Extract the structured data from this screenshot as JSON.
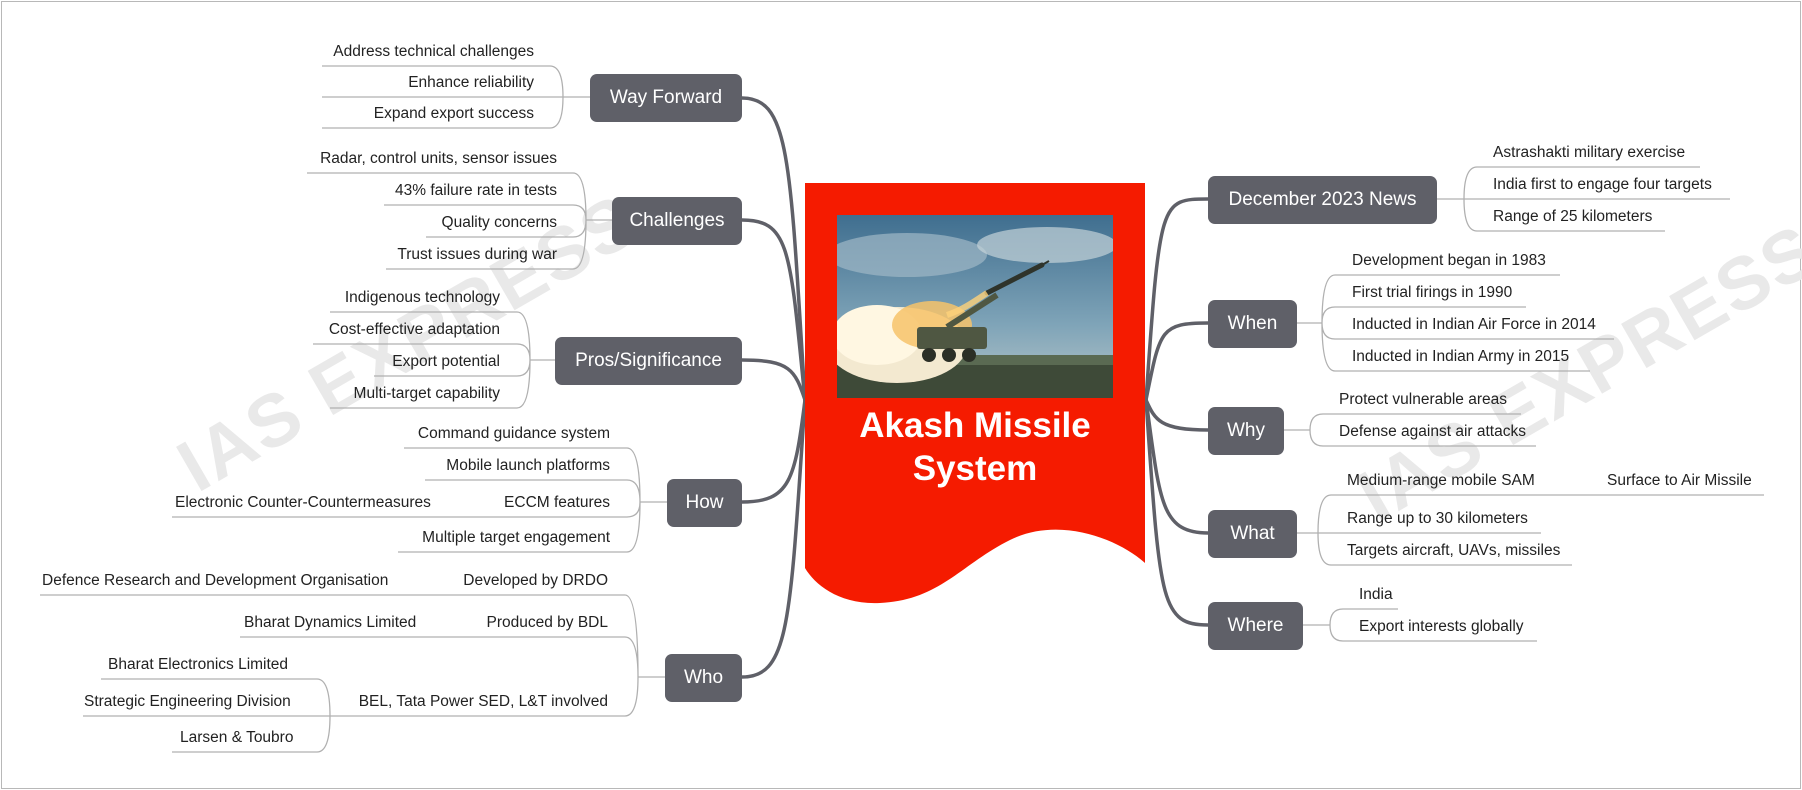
{
  "watermark": "IAS EXPRESS",
  "center": {
    "title": "Akash Missile System",
    "image": "missile-launch-photo",
    "color": "#f51b00"
  },
  "colors": {
    "branch_bg": "#5f6068",
    "line": "#5f6068",
    "leaf_rule": "#b0b0b0"
  },
  "branches": {
    "way_forward": {
      "label": "Way Forward",
      "items": [
        "Address technical challenges",
        "Enhance reliability",
        "Expand export success"
      ]
    },
    "challenges": {
      "label": "Challenges",
      "items": [
        "Radar, control units, sensor issues",
        "43% failure rate in tests",
        "Quality concerns",
        "Trust issues during war"
      ]
    },
    "pros": {
      "label": "Pros/Significance",
      "items": [
        "Indigenous technology",
        "Cost-effective adaptation",
        "Export potential",
        "Multi-target capability"
      ]
    },
    "how": {
      "label": "How",
      "items": [
        "Command guidance system",
        "Mobile launch platforms",
        "ECCM features",
        "Multiple target engagement"
      ],
      "eccm_sub": "Electronic Counter-Countermeasures"
    },
    "who": {
      "label": "Who",
      "items": [
        "Developed by DRDO",
        "Produced by BDL",
        "BEL, Tata Power SED, L&T involved"
      ],
      "drdo_sub": "Defence Research and Development Organisation",
      "bdl_sub": "Bharat Dynamics Limited",
      "partners_sub": [
        "Bharat Electronics Limited",
        "Strategic Engineering Division",
        "Larsen & Toubro"
      ]
    },
    "news": {
      "label": "December 2023 News",
      "items": [
        "Astrashakti military exercise",
        "India first to engage four targets",
        "Range of 25 kilometers"
      ]
    },
    "when": {
      "label": "When",
      "items": [
        "Development began in 1983",
        "First trial firings in 1990",
        "Inducted in Indian Air Force in 2014",
        "Inducted in Indian Army in 2015"
      ]
    },
    "why": {
      "label": "Why",
      "items": [
        "Protect vulnerable areas",
        "Defense against air attacks"
      ]
    },
    "what": {
      "label": "What",
      "items": [
        "Medium-range mobile SAM",
        "Range up to 30 kilometers",
        "Targets aircraft, UAVs, missiles"
      ],
      "sam_sub": "Surface to Air Missile"
    },
    "where": {
      "label": "Where",
      "items": [
        "India",
        "Export interests globally"
      ]
    }
  }
}
